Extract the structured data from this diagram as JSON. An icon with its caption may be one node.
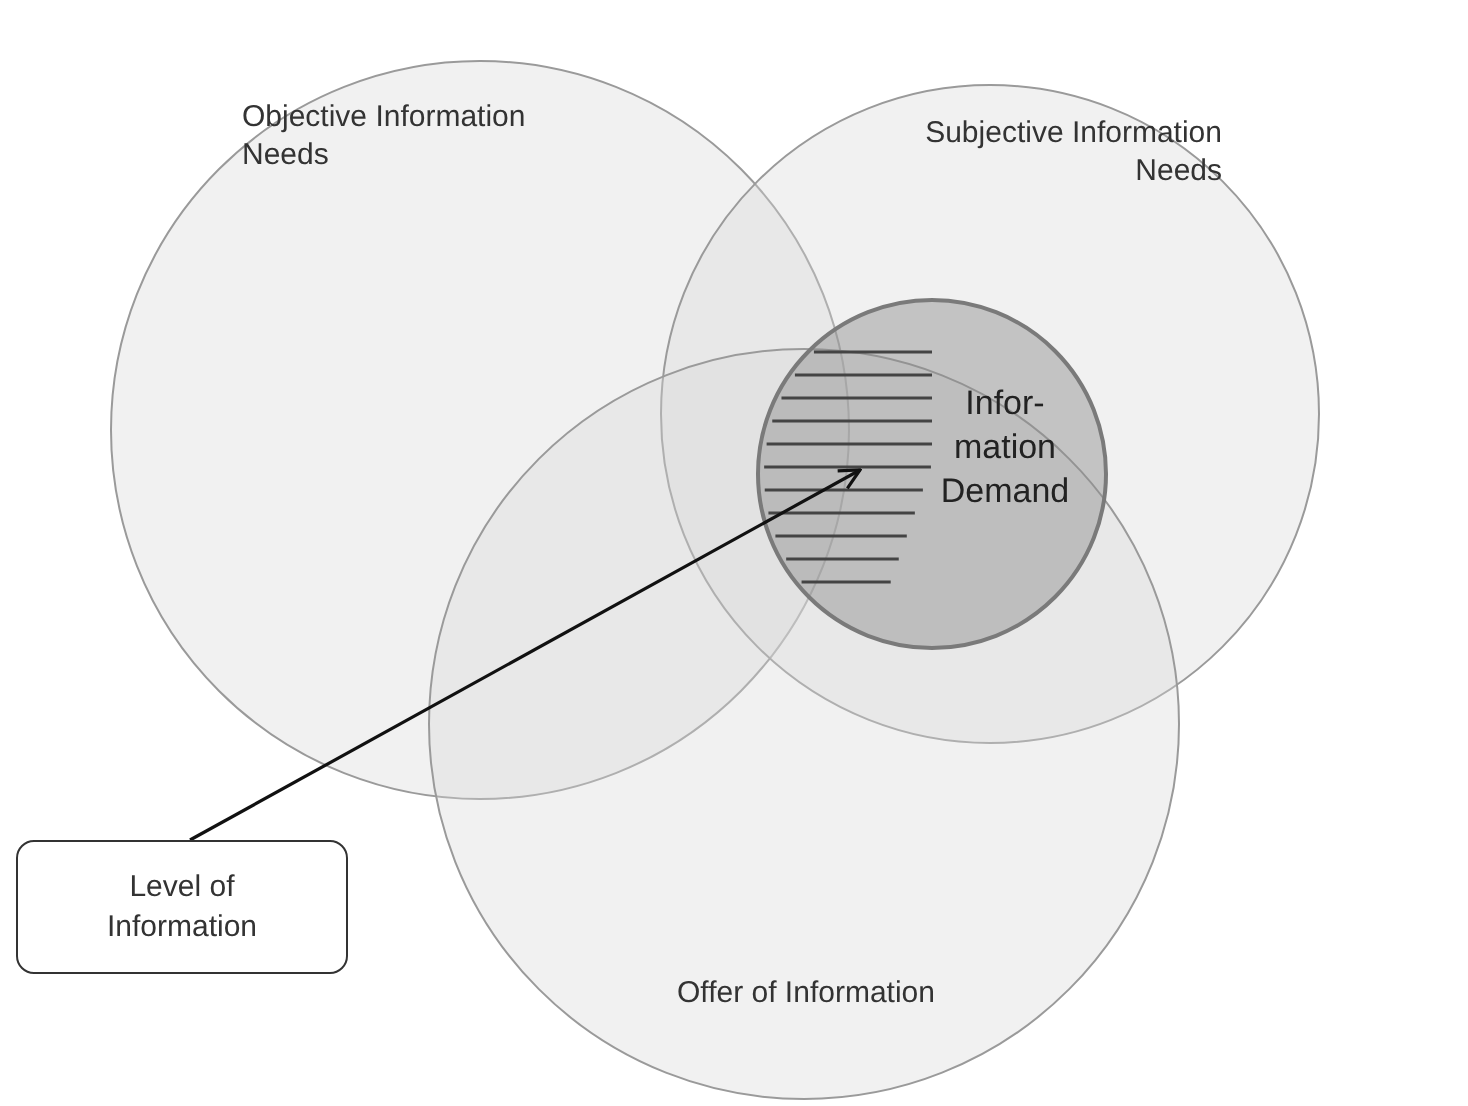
{
  "diagram": {
    "nodes": [
      {
        "text": [
          "Objective Information Needs"
        ]
      },
      {
        "text": [
          "Subjective Information Needs"
        ]
      },
      {
        "text": [
          "Offer of Information"
        ]
      },
      {
        "text": [
          "Infor- mation Demand"
        ],
        "in": 1
      },
      {
        "text": [],
        "shape": "hatching",
        "in": 3
      },
      {
        "text": [
          "Level of Information"
        ]
      }
    ],
    "edges": [
      {
        "from": 5,
        "to": 4,
        "arrow": "to"
      }
    ]
  }
}
